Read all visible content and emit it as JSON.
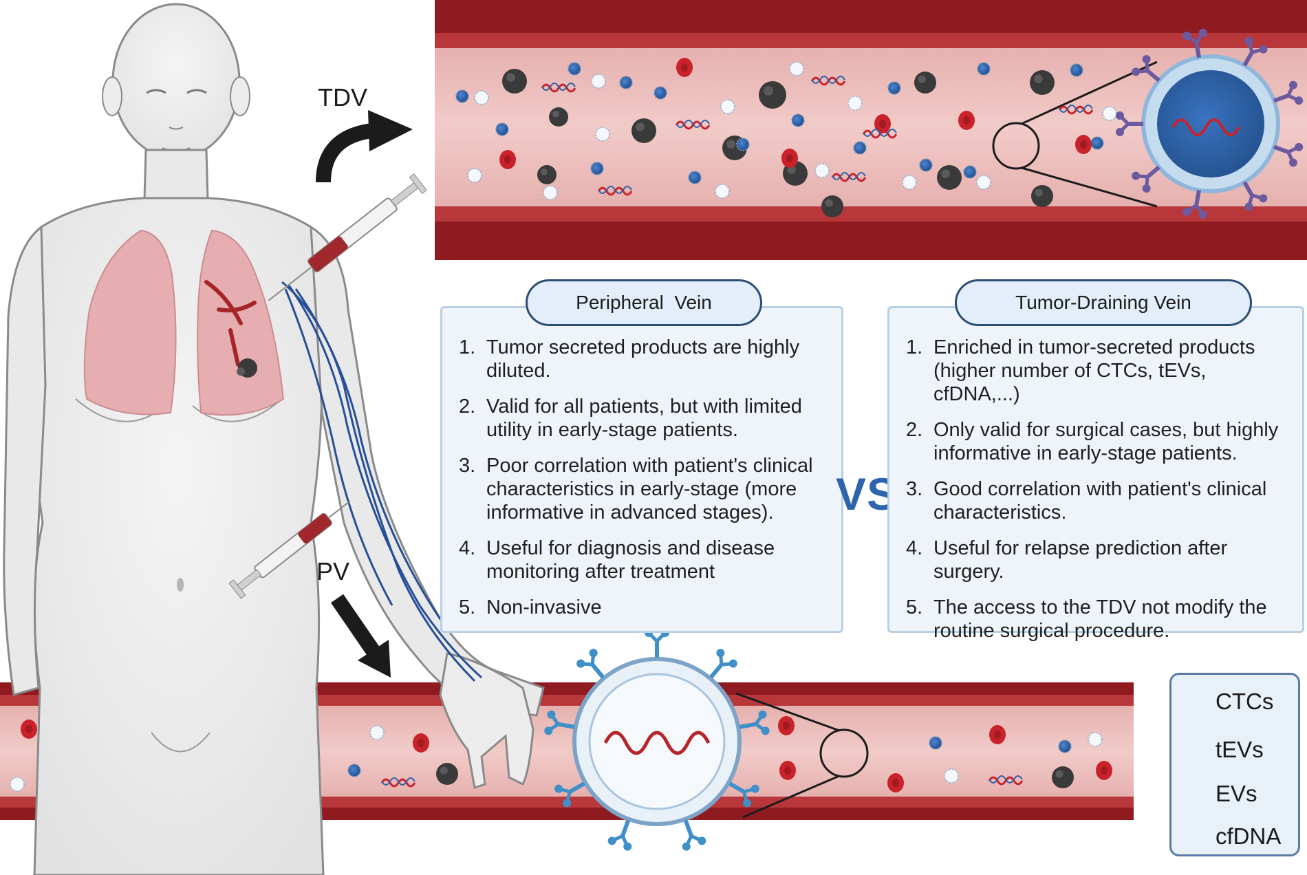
{
  "labels": {
    "tdv_arrow": "TDV",
    "pv_arrow": "PV",
    "vs": "VS"
  },
  "peripheral": {
    "title": "Peripheral  Vein",
    "items": [
      {
        "n": "1.",
        "text": "Tumor secreted products are highly diluted."
      },
      {
        "n": "2.",
        "text": "Valid for all patients, but with limited utility in early-stage patients."
      },
      {
        "n": "3.",
        "text": "Poor correlation with patient's clinical characteristics in early-stage  (more informative in advanced stages)."
      },
      {
        "n": "4.",
        "text": "Useful for diagnosis and disease monitoring after treatment"
      },
      {
        "n": "5.",
        "text": "Non-invasive"
      }
    ]
  },
  "tumor_draining": {
    "title": "Tumor-Draining Vein",
    "items": [
      {
        "n": "1.",
        "text": "Enriched in tumor-secreted products (higher number of CTCs, tEVs, cfDNA,...)"
      },
      {
        "n": "2.",
        "text": "Only valid for surgical cases, but highly informative in early-stage patients."
      },
      {
        "n": "3.",
        "text": "Good correlation with patient's clinical characteristics."
      },
      {
        "n": "4.",
        "text": "Useful for relapse prediction after surgery."
      },
      {
        "n": "5.",
        "text": "The access to the TDV not modify the routine surgical procedure."
      }
    ]
  },
  "legend": [
    {
      "icon": "ctc-icon",
      "label": "CTCs"
    },
    {
      "icon": "tev-icon",
      "label": "tEVs"
    },
    {
      "icon": "ev-icon",
      "label": "EVs"
    },
    {
      "icon": "cfdna-icon",
      "label": "cfDNA"
    }
  ],
  "colors": {
    "vessel_wall": "#8f1a1f",
    "vessel_lumen": "#e8b7b5",
    "ctc": "#3a3a3a",
    "tev": "#2e5fa7",
    "rbc": "#c9222a",
    "accent_blue": "#2e64ac",
    "panel_border": "#b9cfe6"
  }
}
